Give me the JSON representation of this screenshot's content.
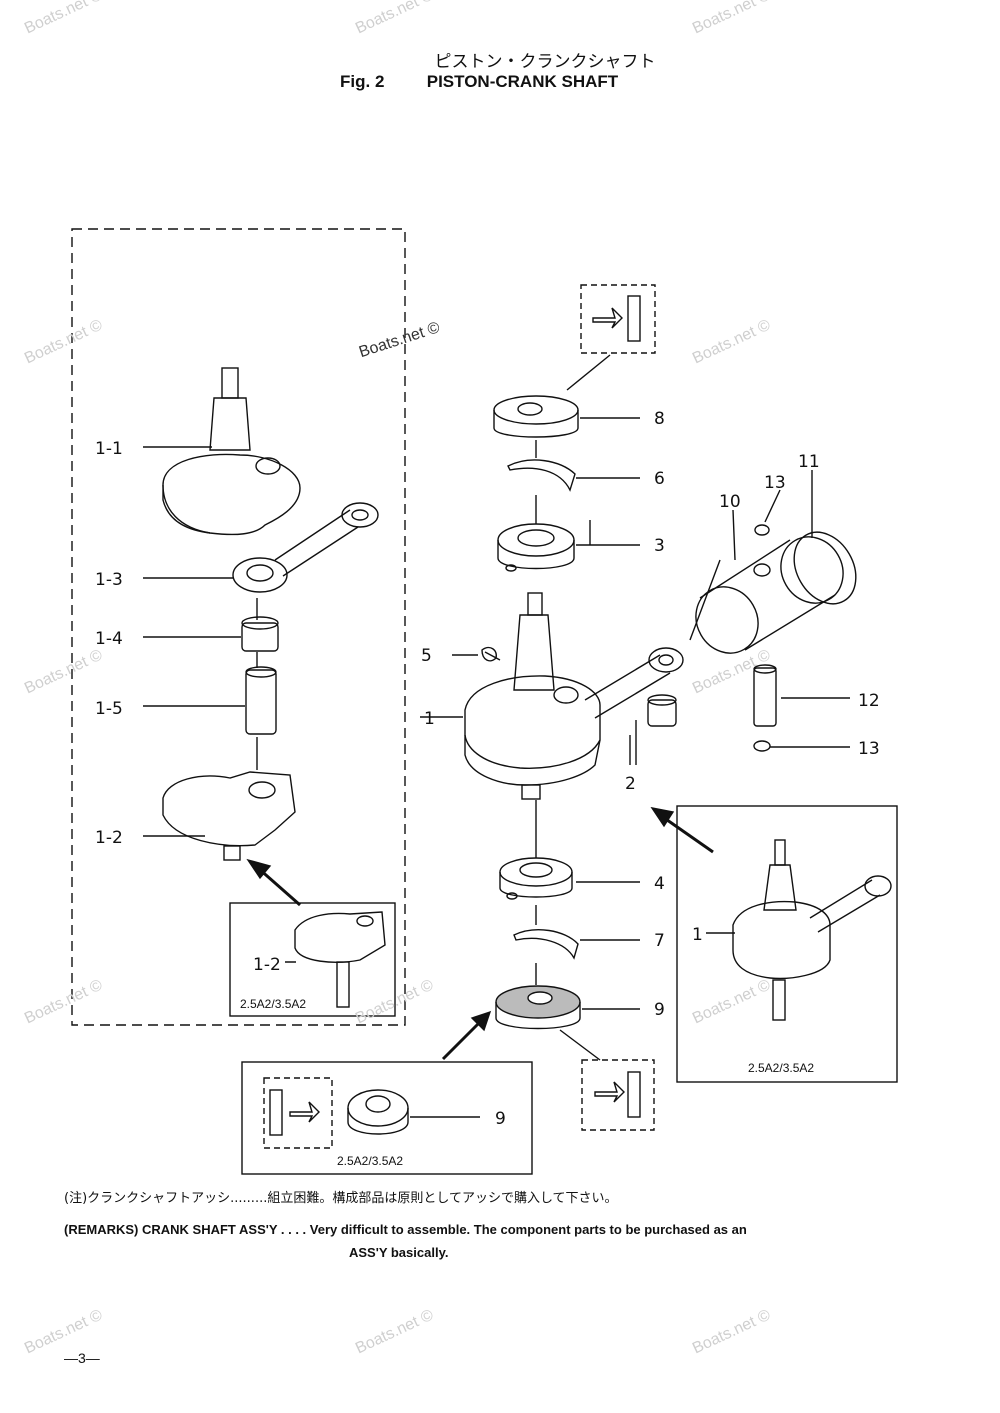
{
  "header": {
    "title_jp": "ピストン・クランクシャフト",
    "fig_no": "Fig. 2",
    "title_en": "PISTON-CRANK SHAFT"
  },
  "watermarks": {
    "text": "Boats.net ©",
    "brand": "Boats.net ©"
  },
  "callouts": {
    "c1_1": "1-1",
    "c1_3": "1-3",
    "c1_4": "1-4",
    "c1_5": "1-5",
    "c1_2": "1-2",
    "c1": "1",
    "c5": "5",
    "c2": "2",
    "c8": "8",
    "c6": "6",
    "c3": "3",
    "c11": "11",
    "c13a": "13",
    "c10": "10",
    "c12": "12",
    "c13b": "13",
    "c4": "4",
    "c7": "7",
    "c9": "9",
    "c9b": "9",
    "inset_left_part": "1-2",
    "inset_right_part": "1"
  },
  "insets": {
    "model_left": "2.5A2/3.5A2",
    "model_right": "2.5A2/3.5A2",
    "model_bottom": "2.5A2/3.5A2"
  },
  "remarks": {
    "jp": "(注)クランクシャフトアッシ.........組立困難。構成部品は原則としてアッシで購入して下さい。",
    "en_line1": "(REMARKS) CRANK SHAFT ASS'Y . . . . Very difficult to assemble. The component parts to be purchased as an",
    "en_line2": "ASS'Y basically."
  },
  "page": {
    "number": "—3—"
  }
}
